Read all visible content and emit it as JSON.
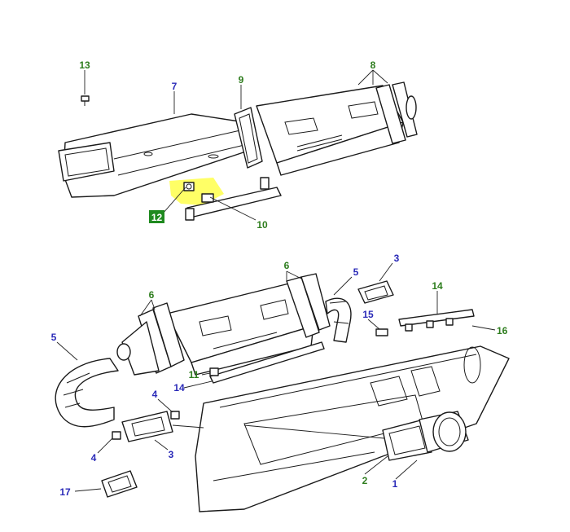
{
  "colors": {
    "callout_green": "#2e7d1e",
    "callout_blue": "#2a2ab8",
    "highlight": "#ffff66",
    "highlight_box": "#1f8a1f"
  },
  "callouts": {
    "c13": "13",
    "c7": "7",
    "c9": "9",
    "c8": "8",
    "c12": "12",
    "c10": "10",
    "c6a": "6",
    "c5a": "5",
    "c3a": "3",
    "c14a": "14",
    "c6b": "6",
    "c15": "15",
    "c16": "16",
    "c5b": "5",
    "c11": "11",
    "c14b": "14",
    "c4a": "4",
    "c4b": "4",
    "c3b": "3",
    "c2": "2",
    "c1": "1",
    "c17": "17"
  }
}
